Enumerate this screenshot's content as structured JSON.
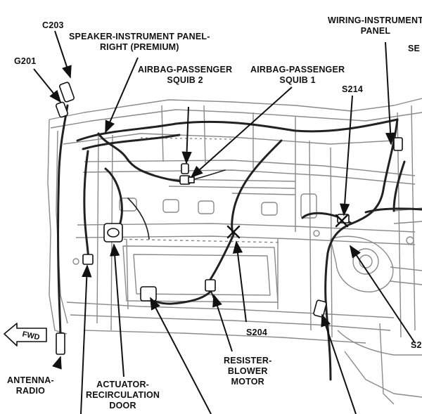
{
  "callouts": {
    "c203": {
      "lines": [
        "C203"
      ]
    },
    "speaker": {
      "lines": [
        "SPEAKER-INSTRUMENT PANEL-",
        "RIGHT (PREMIUM)"
      ]
    },
    "g201": {
      "lines": [
        "G201"
      ]
    },
    "airbag2": {
      "lines": [
        "AIRBAG-PASSENGER",
        "SQUIB 2"
      ]
    },
    "airbag1": {
      "lines": [
        "AIRBAG-PASSENGER",
        "SQUIB 1"
      ]
    },
    "wiring": {
      "lines": [
        "WIRING-INSTRUMENT",
        "PANEL"
      ]
    },
    "se_cut": {
      "lines": [
        "SE"
      ]
    },
    "s214": {
      "lines": [
        "S214"
      ]
    },
    "s204": {
      "lines": [
        "S204"
      ]
    },
    "s2_cut": {
      "lines": [
        "S2"
      ]
    },
    "antenna": {
      "lines": [
        "ANTENNA-",
        "RADIO"
      ]
    },
    "actuator": {
      "lines": [
        "ACTUATOR-",
        "RECIRCULATION",
        "DOOR"
      ]
    },
    "resister": {
      "lines": [
        "RESISTER-",
        "BLOWER",
        "MOTOR"
      ]
    }
  },
  "direction_arrow": {
    "label": "FWD"
  },
  "colors": {
    "ink": "#111111",
    "line": "#222222",
    "structure": "#8a8a8a",
    "paper": "#ffffff"
  }
}
